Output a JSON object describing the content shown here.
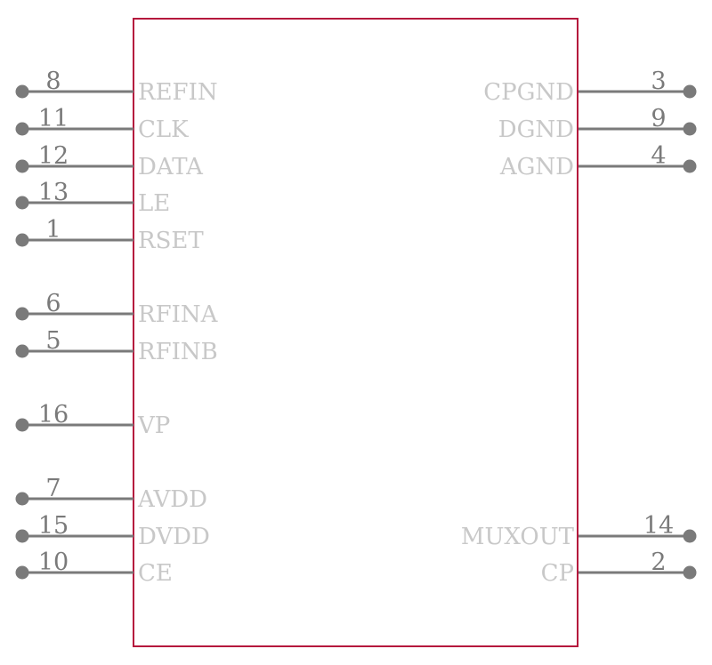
{
  "component": {
    "body_color": "#b5173d",
    "pin_color": "#7a7a7a",
    "label_color": "#c8c8c8",
    "left_pins": [
      {
        "number": "8",
        "name": "REFIN"
      },
      {
        "number": "11",
        "name": "CLK"
      },
      {
        "number": "12",
        "name": "DATA"
      },
      {
        "number": "13",
        "name": "LE"
      },
      {
        "number": "1",
        "name": "RSET"
      },
      {
        "number": "6",
        "name": "RFINA"
      },
      {
        "number": "5",
        "name": "RFINB"
      },
      {
        "number": "16",
        "name": "VP"
      },
      {
        "number": "7",
        "name": "AVDD"
      },
      {
        "number": "15",
        "name": "DVDD"
      },
      {
        "number": "10",
        "name": "CE"
      }
    ],
    "right_pins": [
      {
        "number": "3",
        "name": "CPGND"
      },
      {
        "number": "9",
        "name": "DGND"
      },
      {
        "number": "4",
        "name": "AGND"
      },
      {
        "number": "14",
        "name": "MUXOUT"
      },
      {
        "number": "2",
        "name": "CP"
      }
    ]
  }
}
